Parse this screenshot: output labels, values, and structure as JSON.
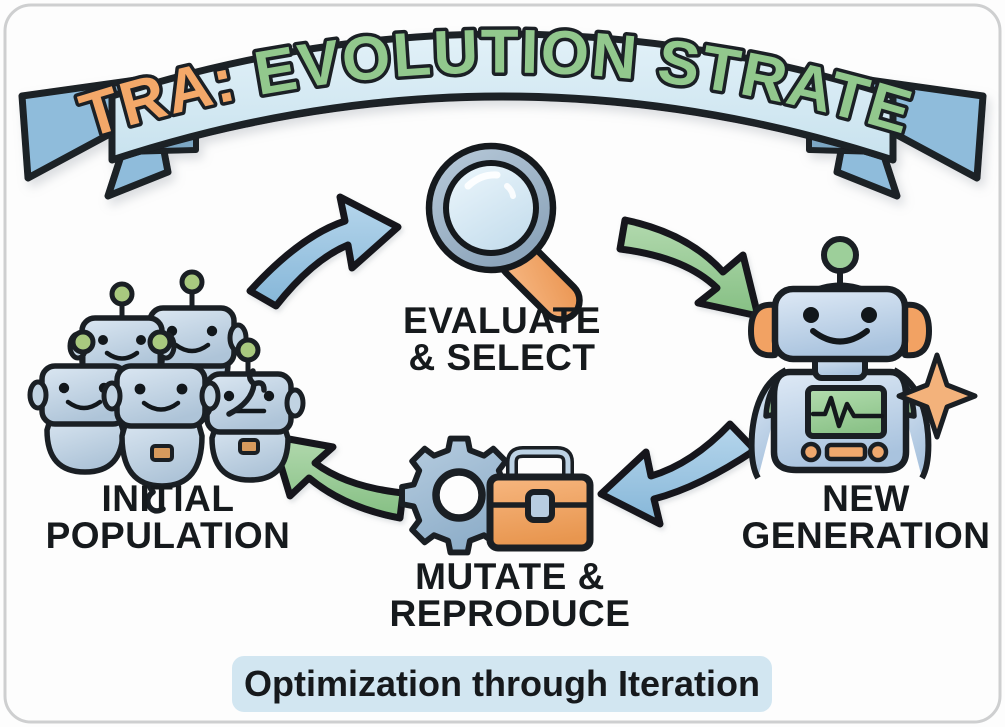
{
  "page": {
    "background_color": "#fdfdfd",
    "frame_color": "#2a2e33"
  },
  "banner": {
    "name": "title-ribbon",
    "ribbon_face_color": "#d5e9f2",
    "ribbon_tail_color": "#8fbcdb",
    "ribbon_fold_color": "#7ba7c4",
    "outline_color": "#1b2025",
    "title_parts": [
      {
        "text": "ULTRA:",
        "color": "#f3a869"
      },
      {
        "text": "EVOLUTION STRATEGY",
        "color": "#92c88d"
      }
    ],
    "full_title": "ULTRA: EVOLUTION STRATEGY"
  },
  "cycle": {
    "nodes": [
      {
        "id": "initial-population",
        "label_lines": [
          "INITIAL",
          "POPULATION"
        ],
        "icon": "robot-crowd-icon",
        "icon_count": 5,
        "body_color": "#c3d4e4",
        "accent_color": "#a9c97f"
      },
      {
        "id": "evaluate-select",
        "label_lines": [
          "EVALUATE",
          "& SELECT"
        ],
        "icon": "magnifying-glass-icon",
        "ring_color": "#9fb6cb",
        "lens_color": "#dcecf6",
        "handle_color": "#f3a869"
      },
      {
        "id": "new-generation",
        "label_lines": [
          "NEW",
          "GENERATION"
        ],
        "icon": "robot-large-icon",
        "body_color": "#c3d6ea",
        "screen_color": "#9dcf9a",
        "ear_color": "#f2a263",
        "sparkle_color": "#f3b27b"
      },
      {
        "id": "mutate-reproduce",
        "label_lines": [
          "MUTATE &",
          "REPRODUCE"
        ],
        "icon": "gear-toolbox-icon",
        "gear_color": "#9fbdd8",
        "toolbox_color": "#f0a264"
      }
    ],
    "arrows": [
      {
        "id": "arrow-population-to-evaluate",
        "color": "#93c0de",
        "direction": "up-right"
      },
      {
        "id": "arrow-evaluate-to-newgen",
        "color": "#93c892",
        "direction": "down-right"
      },
      {
        "id": "arrow-newgen-to-mutate",
        "color": "#93c0de",
        "direction": "down-left"
      },
      {
        "id": "arrow-mutate-to-population",
        "color": "#93c892",
        "direction": "up-left"
      }
    ]
  },
  "footer": {
    "caption": "Optimization through Iteration",
    "pill_color": "#d2e6f1",
    "text_color": "#16191c"
  }
}
